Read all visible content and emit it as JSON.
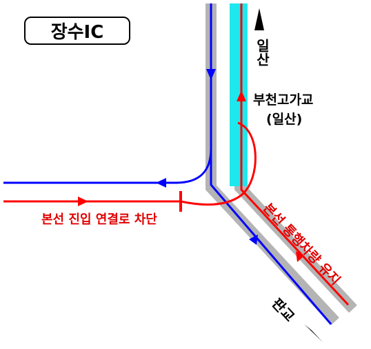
{
  "title": "장수IC",
  "labels": {
    "north_dest": "일산",
    "bridge_line1": "부천고가교",
    "bridge_line2": "(일산)",
    "ramp_block": "본선 진입 연결로 차단",
    "mainline_keep": "본선 통행차량 유지",
    "south_dest": "판교"
  },
  "colors": {
    "road": "#b4b4b4",
    "highlight": "#1ee8ee",
    "blue_route": "#0000ff",
    "red_route": "#ff0000",
    "red_text": "#e00000"
  }
}
